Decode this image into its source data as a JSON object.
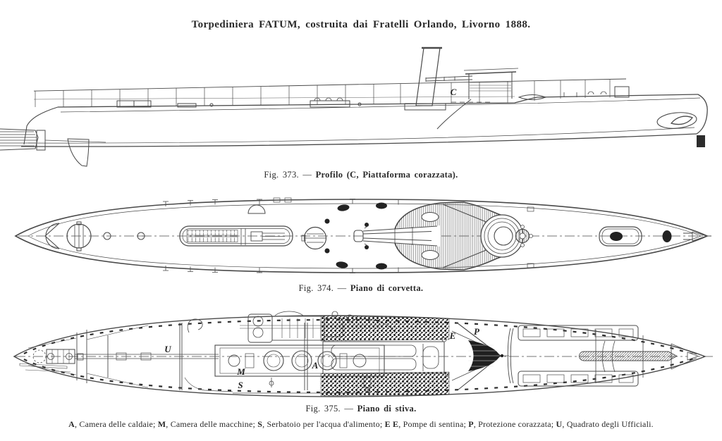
{
  "page": {
    "title": "Torpediniera FATUM, costruita dai Fratelli Orlando, Livorno 1888."
  },
  "figures": {
    "profile": {
      "caption": {
        "fig": "Fig. 373.",
        "dash": "—",
        "text": "Profilo (C, Piattaforma corazzata)."
      },
      "labels": {
        "C": "C"
      }
    },
    "deck": {
      "caption": {
        "fig": "Fig. 374.",
        "dash": "—",
        "text": "Piano di corvetta."
      }
    },
    "hold": {
      "caption": {
        "fig": "Fig. 375.",
        "dash": "—",
        "text": "Piano di stiva."
      },
      "labels": {
        "U": "U",
        "M": "M",
        "S": "S",
        "A": "A",
        "E": "E",
        "P": "P"
      }
    }
  },
  "legend": {
    "pair_sep": ", ",
    "item_sep": "; ",
    "terminator": ".",
    "items": [
      {
        "key": "A",
        "desc": "Camera delle caldaie"
      },
      {
        "key": "M",
        "desc": "Camera delle macchine"
      },
      {
        "key": "S",
        "desc": "Serbatoio per l'acqua d'alimento"
      },
      {
        "key": "E E",
        "desc": "Pompe di sentina"
      },
      {
        "key": "P",
        "desc": "Protezione corazzata"
      },
      {
        "key": "U",
        "desc": "Quadrato degli Ufficiali"
      }
    ]
  },
  "ink": {
    "line": "#4a4a4a",
    "dark": "#1f1f1f"
  }
}
